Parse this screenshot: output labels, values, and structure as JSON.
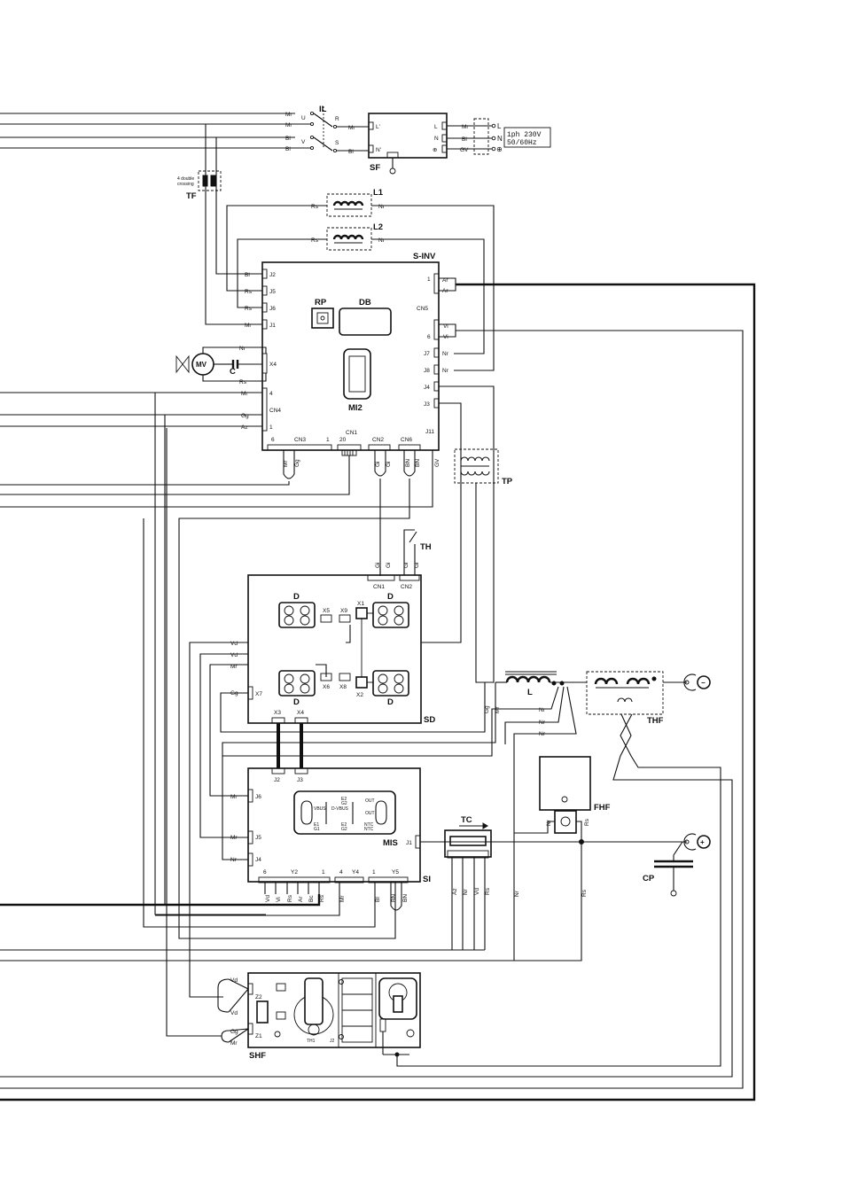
{
  "components": {
    "il": "IL",
    "sf": "SF",
    "tf": "TF",
    "tf_note": [
      "4 double",
      "crossing"
    ],
    "l1": "L1",
    "l2": "L2",
    "sinv": "S-INV",
    "rp": "RP",
    "db": "DB",
    "mi2": "MI2",
    "mv": "MV",
    "c": "C",
    "tp": "TP",
    "th": "TH",
    "sd": "SD",
    "d": "D",
    "mis": "MIS",
    "si": "SI",
    "tc": "TC",
    "l": "L",
    "thf": "THF",
    "fhf": "FHF",
    "cp": "CP",
    "shf": "SHF"
  },
  "supply": {
    "line1": "1ph 230V",
    "line2": "50/60Hz",
    "terminals": [
      "L",
      "N",
      "⊕"
    ]
  },
  "switch_il": {
    "u": "U",
    "r": "R",
    "v": "V",
    "s": "S"
  },
  "sf_terminals": {
    "l_in": "L'",
    "n_in": "N'",
    "l": "L",
    "n": "N",
    "g": "⊕"
  },
  "wire_colors": {
    "mr": "Mr",
    "bl": "Bl",
    "rs": "Rs",
    "nr": "Nr",
    "gv": "GV",
    "gg": "Gg",
    "az": "Az",
    "ar": "Ar",
    "vi": "Vi",
    "vd": "Vd",
    "bn": "BN",
    "gi": "Gi",
    "rs_s": "Rs",
    "bc": "Bc"
  },
  "sinv_connectors": {
    "j2": "J2",
    "j5": "J5",
    "j6": "J6",
    "j1": "J1",
    "x4": "X4",
    "cn4": "CN4",
    "cn5": "CN5",
    "j7": "J7",
    "j8": "J8",
    "j4": "J4",
    "j3": "J3",
    "cn3": "CN3",
    "cn1": "CN1",
    "cn2": "CN2",
    "cn6": "CN6",
    "j11": "J11",
    "one": "1",
    "six": "6",
    "four": "4",
    "twenty": "20"
  },
  "sd_connectors": {
    "cn1": "CN1",
    "cn2": "CN2",
    "x5": "X5",
    "x9": "X9",
    "x1": "X1",
    "x6": "X6",
    "x8": "X8",
    "x2": "X2",
    "x7": "X7",
    "x3": "X3",
    "x4": "X4"
  },
  "si_connectors": {
    "j2": "J2",
    "j3": "J3",
    "j6": "J6",
    "j5": "J5",
    "j4": "J4",
    "j1": "J1",
    "six": "6",
    "y2": "Y2",
    "one": "1",
    "four": "4",
    "y4": "Y4",
    "y5": "Y5"
  },
  "mis_chip": {
    "vbus": "VBUS",
    "dvbus": "D-VBUS",
    "e2": "E2",
    "g2": "G2",
    "out1": "OUT",
    "ntc": "NTC",
    "e1": "E1",
    "g1": "G1"
  },
  "shf_connectors": {
    "z2": "Z2",
    "z1": "Z1",
    "j2": "J2",
    "th1": "TH1"
  },
  "polarity": {
    "minus": "−",
    "plus": "+"
  }
}
